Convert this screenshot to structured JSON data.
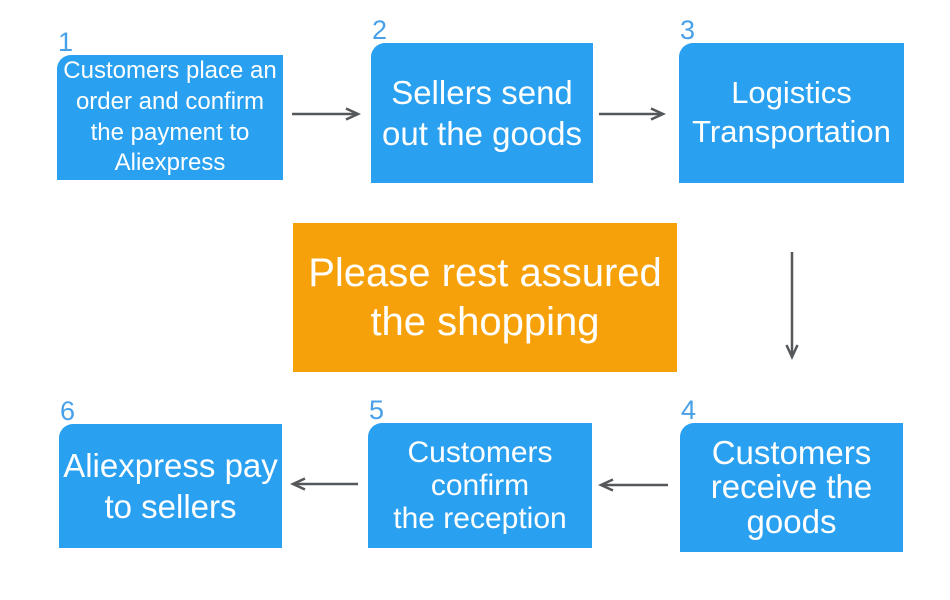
{
  "colors": {
    "step_box_blue": "#2AA0F0",
    "banner_orange": "#F7A10A",
    "text_white": "#FFFFFF",
    "step_number_blue": "#48A0E8",
    "arrow_gray": "#55585B"
  },
  "steps": [
    {
      "number": "1",
      "label": [
        "Customers place an",
        "order and confirm",
        "the payment to",
        "Aliexpress"
      ]
    },
    {
      "number": "2",
      "label": [
        "Sellers send",
        "out the goods"
      ]
    },
    {
      "number": "3",
      "label": [
        "Logistics",
        "Transportation"
      ]
    },
    {
      "number": "4",
      "label": [
        "Customers",
        "receive the",
        "goods"
      ]
    },
    {
      "number": "5",
      "label": [
        "Customers",
        "confirm",
        "the reception"
      ]
    },
    {
      "number": "6",
      "label": [
        "Aliexpress pay",
        "to sellers"
      ]
    }
  ],
  "banner": {
    "label": [
      "Please rest assured",
      "the shopping"
    ]
  }
}
